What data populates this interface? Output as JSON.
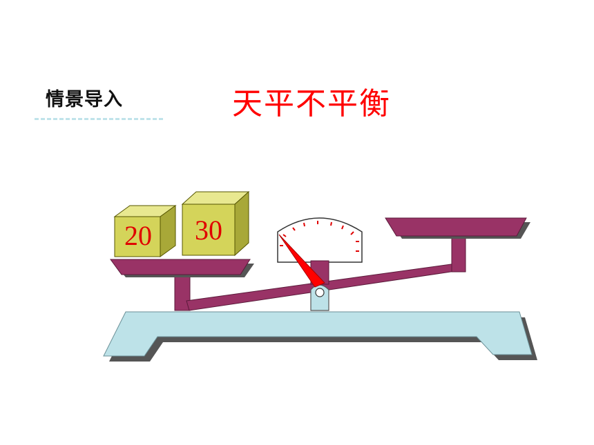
{
  "header": {
    "section_label": "情景导入",
    "title": "天平不平衡"
  },
  "balance": {
    "left_pan_weights": [
      "20",
      "30"
    ],
    "colors": {
      "beam": "#993366",
      "base": "#bde2e8",
      "weight": "#d4d45a",
      "pointer": "#ff0000",
      "title": "#ff0000"
    }
  }
}
